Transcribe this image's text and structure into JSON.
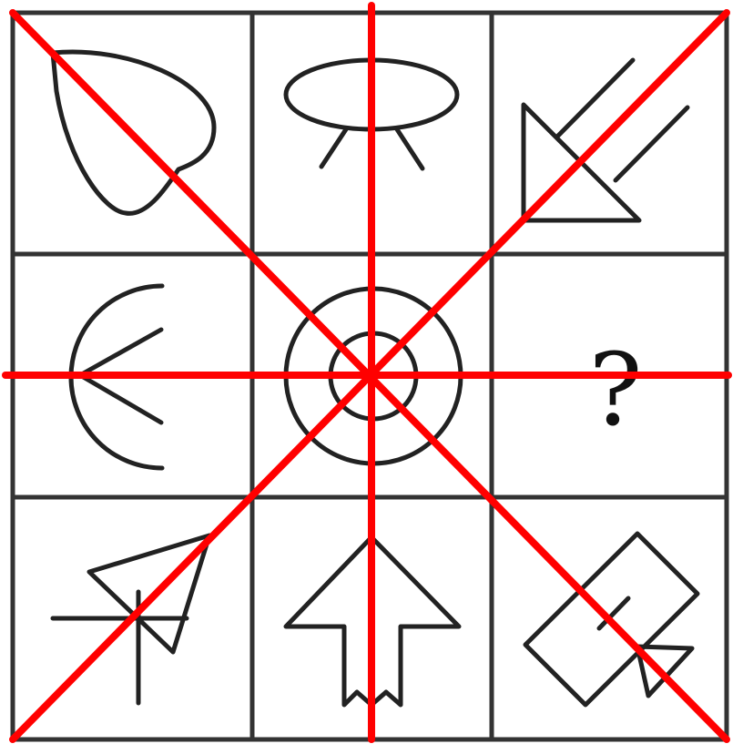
{
  "puzzle": {
    "missing_cell_symbol": "?",
    "cells": [
      {
        "position": "top-left",
        "figure": "teardrop-leaf"
      },
      {
        "position": "top-center",
        "figure": "ellipse-with-two-legs"
      },
      {
        "position": "top-right",
        "figure": "arrow-pointing-down-left"
      },
      {
        "position": "middle-left",
        "figure": "arc-with-three-rays"
      },
      {
        "position": "center",
        "figure": "concentric-circles"
      },
      {
        "position": "middle-right",
        "figure": "question-mark"
      },
      {
        "position": "bottom-left",
        "figure": "triangle-flag-with-cross"
      },
      {
        "position": "bottom-center",
        "figure": "up-arrow-block"
      },
      {
        "position": "bottom-right",
        "figure": "tilted-rectangle-with-small-arrow"
      }
    ]
  },
  "colors": {
    "grid_lines": "#333333",
    "figure_strokes": "#222222",
    "symmetry_lines": "#ff0000",
    "background": "#ffffff"
  }
}
